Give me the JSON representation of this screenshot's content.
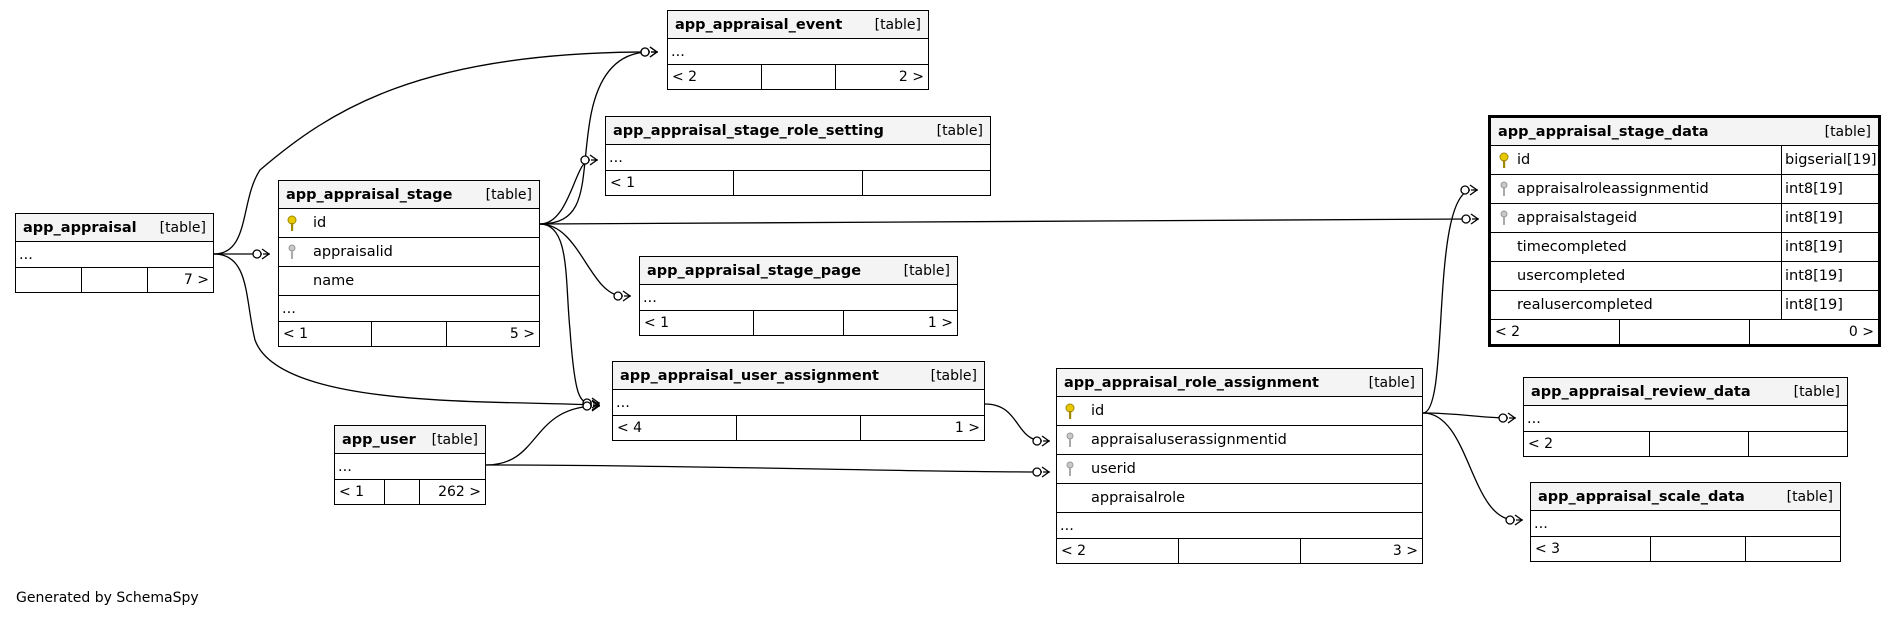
{
  "footer": "Generated by SchemaSpy",
  "tables": {
    "app_appraisal": {
      "name": "app_appraisal",
      "type": "[table]",
      "more": "...",
      "parents": "",
      "children": "7 >"
    },
    "app_appraisal_event": {
      "name": "app_appraisal_event",
      "type": "[table]",
      "more": "...",
      "parents": "< 2",
      "children": "2 >"
    },
    "app_appraisal_stage_role_setting": {
      "name": "app_appraisal_stage_role_setting",
      "type": "[table]",
      "more": "...",
      "parents": "< 1",
      "children": ""
    },
    "app_appraisal_stage": {
      "name": "app_appraisal_stage",
      "type": "[table]",
      "more": "...",
      "parents": "< 1",
      "children": "5 >",
      "columns": [
        {
          "name": "id",
          "key": "primary-key"
        },
        {
          "name": "appraisalid",
          "key": "foreign-key"
        },
        {
          "name": "name",
          "key": ""
        }
      ]
    },
    "app_appraisal_stage_page": {
      "name": "app_appraisal_stage_page",
      "type": "[table]",
      "more": "...",
      "parents": "< 1",
      "children": "1 >"
    },
    "app_appraisal_user_assignment": {
      "name": "app_appraisal_user_assignment",
      "type": "[table]",
      "more": "...",
      "parents": "< 4",
      "children": "1 >"
    },
    "app_user": {
      "name": "app_user",
      "type": "[table]",
      "more": "...",
      "parents": "< 1",
      "children": "262 >"
    },
    "app_appraisal_role_assignment": {
      "name": "app_appraisal_role_assignment",
      "type": "[table]",
      "more": "...",
      "parents": "< 2",
      "children": "3 >",
      "columns": [
        {
          "name": "id",
          "key": "primary-key"
        },
        {
          "name": "appraisaluserassignmentid",
          "key": "foreign-key"
        },
        {
          "name": "userid",
          "key": "foreign-key"
        },
        {
          "name": "appraisalrole",
          "key": ""
        }
      ]
    },
    "app_appraisal_stage_data": {
      "name": "app_appraisal_stage_data",
      "type": "[table]",
      "parents": "< 2",
      "children": "0 >",
      "columns": [
        {
          "name": "id",
          "key": "primary-key",
          "type": "bigserial[19]"
        },
        {
          "name": "appraisalroleassignmentid",
          "key": "foreign-key",
          "type": "int8[19]"
        },
        {
          "name": "appraisalstageid",
          "key": "foreign-key",
          "type": "int8[19]"
        },
        {
          "name": "timecompleted",
          "key": "",
          "type": "int8[19]"
        },
        {
          "name": "usercompleted",
          "key": "",
          "type": "int8[19]"
        },
        {
          "name": "realusercompleted",
          "key": "",
          "type": "int8[19]"
        }
      ]
    },
    "app_appraisal_review_data": {
      "name": "app_appraisal_review_data",
      "type": "[table]",
      "more": "...",
      "parents": "< 2",
      "children": ""
    },
    "app_appraisal_scale_data": {
      "name": "app_appraisal_scale_data",
      "type": "[table]",
      "more": "...",
      "parents": "< 3",
      "children": ""
    }
  },
  "relationships": [
    {
      "from": "app_appraisal",
      "to": "app_appraisal_event"
    },
    {
      "from": "app_appraisal",
      "to": "app_appraisal_stage"
    },
    {
      "from": "app_appraisal",
      "to": "app_appraisal_user_assignment"
    },
    {
      "from": "app_appraisal_stage",
      "to": "app_appraisal_event"
    },
    {
      "from": "app_appraisal_stage",
      "to": "app_appraisal_stage_role_setting"
    },
    {
      "from": "app_appraisal_stage",
      "to": "app_appraisal_stage_page"
    },
    {
      "from": "app_appraisal_stage",
      "to": "app_appraisal_user_assignment"
    },
    {
      "from": "app_appraisal_stage",
      "to": "app_appraisal_stage_data"
    },
    {
      "from": "app_user",
      "to": "app_appraisal_user_assignment"
    },
    {
      "from": "app_user",
      "to": "app_appraisal_role_assignment"
    },
    {
      "from": "app_appraisal_user_assignment",
      "to": "app_appraisal_role_assignment"
    },
    {
      "from": "app_appraisal_role_assignment",
      "to": "app_appraisal_stage_data"
    },
    {
      "from": "app_appraisal_role_assignment",
      "to": "app_appraisal_review_data"
    },
    {
      "from": "app_appraisal_role_assignment",
      "to": "app_appraisal_scale_data"
    }
  ]
}
